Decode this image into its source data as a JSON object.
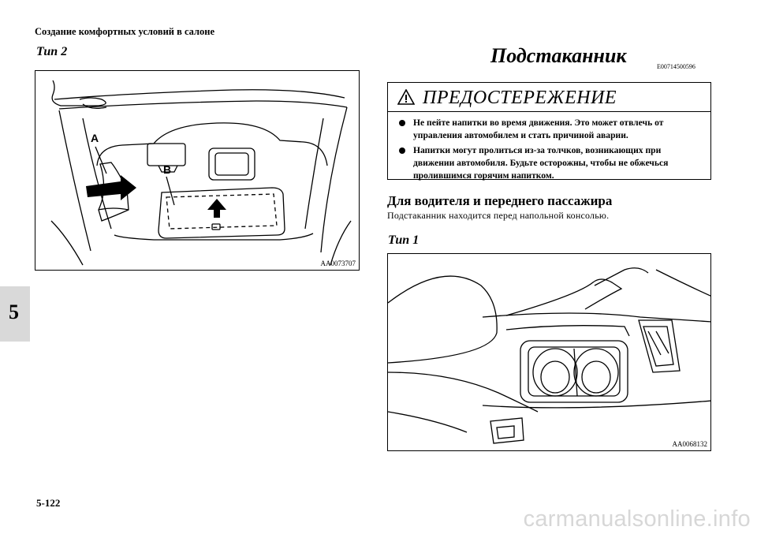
{
  "header": {
    "section_title": "Создание комфортных условий в салоне"
  },
  "left_column": {
    "type_label": "Тип 2",
    "figure": {
      "label_a": "A",
      "label_b": "B",
      "code": "AA0073707"
    }
  },
  "right_column": {
    "title": "Подстаканник",
    "ref_code": "E00714500596",
    "warning": {
      "title": "ПРЕДОСТЕРЕЖЕНИЕ",
      "items": [
        "Не пейте напитки во время движения. Это может отвлечь от управления автомобилем и стать причиной аварии.",
        "Напитки могут пролиться из-за толчков, возникающих при движении автомобиля. Будьте осторожны, чтобы не обжечься пролившимся горячим напитком."
      ]
    },
    "subheading": "Для водителя и переднего пассажира",
    "body": "Подстаканник находится перед напольной консолью.",
    "type_label": "Тип 1",
    "figure": {
      "code": "AA0068132"
    }
  },
  "side_tab": {
    "number": "5"
  },
  "footer": {
    "page_number": "5-122",
    "watermark": "carmanualsonline.info"
  }
}
